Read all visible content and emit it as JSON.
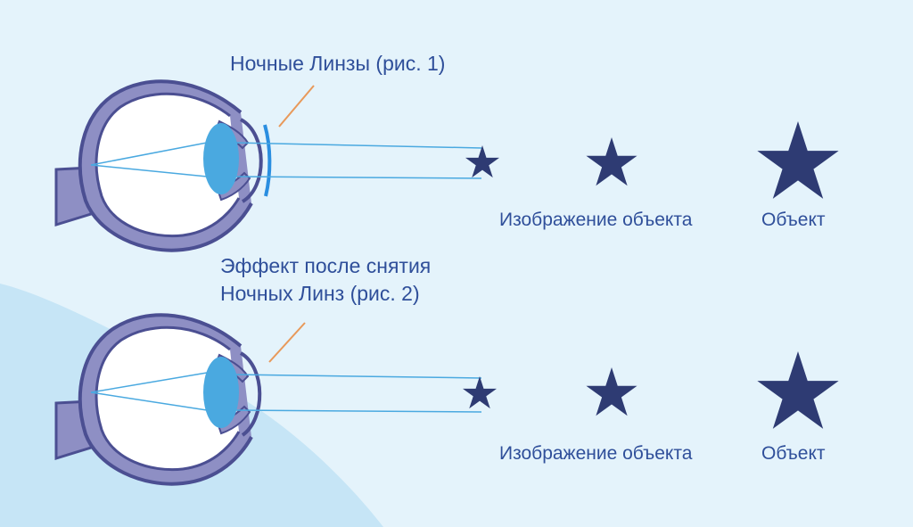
{
  "colors": {
    "background": "#e4f3fb",
    "background_shade": "#c6e5f6",
    "eye_outline": "#4b4f92",
    "eye_wall": "#8e8fc4",
    "lens": "#4aa9e0",
    "contact_lens": "#2a8ee0",
    "star": "#2e3b73",
    "pointer": "#e8995a",
    "text": "#2f4f9a"
  },
  "icons": [
    "eye-icon",
    "lens-icon",
    "star-icon"
  ],
  "panel1": {
    "title": "Ночные Линзы (рис. 1)",
    "image_label": "Изображение объекта",
    "object_label": "Объект"
  },
  "panel2": {
    "title_line1": "Эффект после снятия",
    "title_line2": "Ночных Линз (рис. 2)",
    "image_label": "Изображение объекта",
    "object_label": "Объект"
  }
}
